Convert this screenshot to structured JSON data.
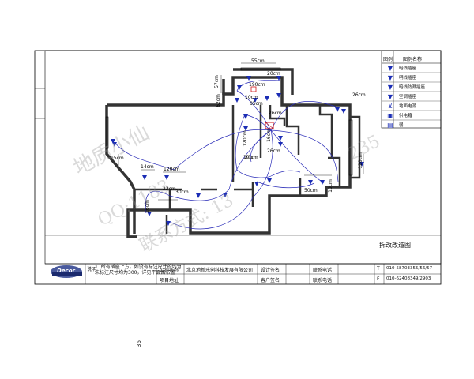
{
  "drawing": {
    "title": "拆改改造图",
    "company": "北京地新乐创科技发展有限公司",
    "logo_text": "Decor",
    "notes_label": "说明",
    "notes_text_1": "1. 所有插座上方，如没有标注尺寸的均为",
    "notes_text_2": "未标注尺寸均为300，详见平面图布置",
    "project_name_label": "公司名称",
    "project_address_label": "项目地址",
    "designer_label": "设计签名",
    "client_label": "客户签名",
    "phone_label_1": "联系电话",
    "phone_label_2": "联系电话",
    "phone_1": "010-58703355/56/57",
    "phone_2": "010-62408349/2903",
    "tel_label": "T",
    "fax_label": "F"
  },
  "legend": {
    "header_left": "图例",
    "header_right": "图例名称",
    "items": [
      {
        "symbol": "▼",
        "label": "暗线插座"
      },
      {
        "symbol": "▼",
        "label": "明线插座"
      },
      {
        "symbol": "▼",
        "label": "暗线防溅插座"
      },
      {
        "symbol": "▼",
        "label": "空调插座"
      },
      {
        "symbol": "⊻",
        "label": "地面电源"
      },
      {
        "symbol": "▣",
        "label": "供电箱"
      },
      {
        "symbol": "▤",
        "label": "弱"
      }
    ]
  },
  "dimensions": {
    "d1": "55cm",
    "d2": "20cm",
    "d3": "57cm",
    "d4": "190cm",
    "d5": "10cm",
    "d6": "62cm",
    "d7": "85cm",
    "d8": "26cm",
    "d9": "120cm",
    "d10": "16cm",
    "d11": "15cm",
    "d12": "14cm",
    "d13": "120cm",
    "d14": "22cm",
    "d15": "26cm",
    "d16": "30cm",
    "d17": "26cm",
    "d18": "10cm",
    "d19": "50cm",
    "d20": "10cm",
    "d21": "120cm",
    "d22": "30cm",
    "d23": "26cm"
  },
  "watermark": {
    "line1": "地质小仙",
    "line2": "QQ:1183",
    "line3": "联系方式: 13",
    "line4": "235"
  },
  "margin_mark": "36"
}
